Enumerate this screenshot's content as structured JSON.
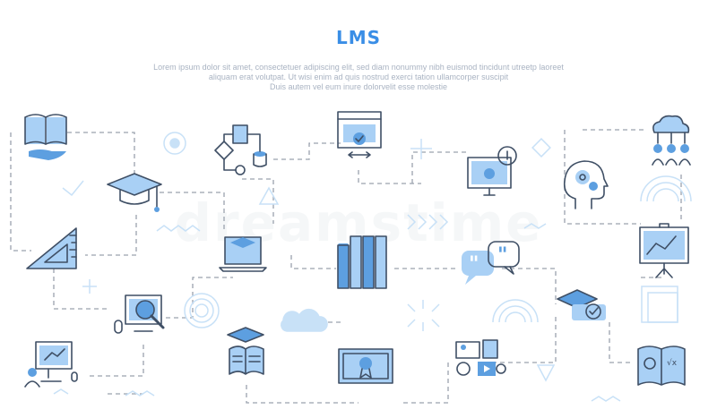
{
  "title": "LMS",
  "description": [
    "Lorem ipsum dolor sit amet, consectetuer adipiscing elit, sed diam nonummy nibh euismod tincidunt utreetp laoreet",
    "aliquam erat volutpat. Ut wisi enim ad  quis nostrud exerci tation ullamcorper suscipit",
    "Duis autem vel eum inure dolorvelit esse molestie"
  ],
  "colors": {
    "title": "#3a8ee6",
    "text": "#a9b3c2",
    "dark": "#3f4f65",
    "fill": "#a9d0f5",
    "fill_dark": "#5d9fe0",
    "dash": "#9aa2ae",
    "deco": "#c8e1f7"
  },
  "icons": [
    "book-hand-icon",
    "graduation-cap-icon",
    "triangle-ruler-icon",
    "workflow-database-icon",
    "laptop-graduation-icon",
    "web-course-icon",
    "binders-icon",
    "computer-apple-icon",
    "quote-bubbles-icon",
    "head-gears-icon",
    "cloud-network-icon",
    "presentation-chart-icon",
    "diploma-cap-icon",
    "open-book-science-icon",
    "search-analytics-icon",
    "video-lecture-icon",
    "book-cap-icon",
    "certificate-icon",
    "multimedia-files-icon"
  ]
}
